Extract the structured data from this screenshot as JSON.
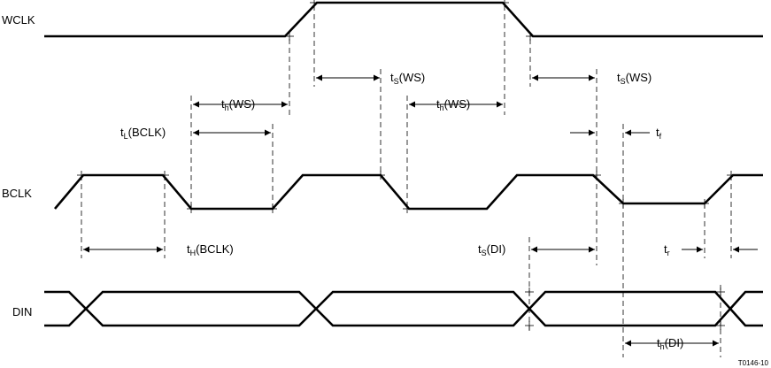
{
  "signals": {
    "wclk": "WCLK",
    "bclk": "BCLK",
    "din": "DIN"
  },
  "timing_labels": {
    "ts_ws_1": {
      "main": "t",
      "sub": "S",
      "tail": "(WS)"
    },
    "th_ws_1": {
      "main": "t",
      "sub": "h",
      "tail": "(WS)"
    },
    "th_ws_2": {
      "main": "t",
      "sub": "h",
      "tail": "(WS)"
    },
    "ts_ws_2": {
      "main": "t",
      "sub": "S",
      "tail": "(WS)"
    },
    "tl_bclk": {
      "main": "t",
      "sub": "L",
      "tail": "(BCLK)"
    },
    "tf": {
      "main": "t",
      "sub": "f",
      "tail": ""
    },
    "th_bclk": {
      "main": "t",
      "sub": "H",
      "tail": "(BCLK)"
    },
    "ts_di": {
      "main": "t",
      "sub": "S",
      "tail": "(DI)"
    },
    "tr": {
      "main": "t",
      "sub": "r",
      "tail": ""
    },
    "th_di": {
      "main": "t",
      "sub": "h",
      "tail": "(DI)"
    }
  },
  "figure_ref": "T0146-10"
}
